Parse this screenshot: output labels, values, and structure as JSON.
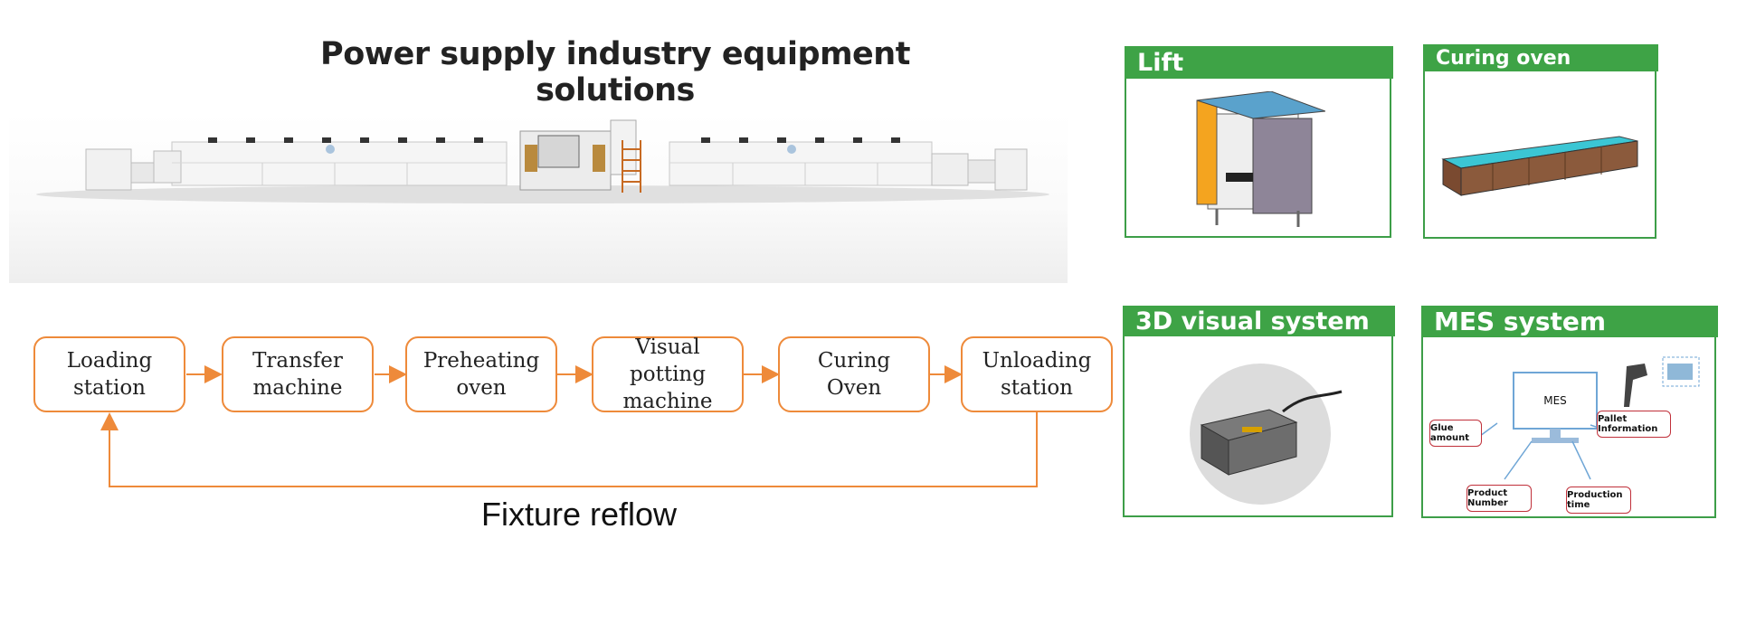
{
  "title": "Power supply industry equipment solutions",
  "flow": {
    "steps": [
      {
        "label": "Loading\nstation"
      },
      {
        "label": "Transfer\nmachine"
      },
      {
        "label": "Preheating\noven"
      },
      {
        "label": "Visual\npotting\nmachine"
      },
      {
        "label": "Curing\nOven"
      },
      {
        "label": "Unloading\nstation"
      }
    ],
    "return_label": "Fixture reflow",
    "accent_color": "#ee8a3a"
  },
  "panels": {
    "lift": {
      "title": "Lift"
    },
    "curing_oven": {
      "title": "Curing oven"
    },
    "visual_3d": {
      "title": "3D visual system"
    },
    "mes": {
      "title": "MES system",
      "monitor_label": "MES",
      "items": [
        "Glue amount",
        "Product Number",
        "Production time",
        "Pallet Information"
      ]
    }
  },
  "colors": {
    "panel_green": "#3ea346",
    "mes_box_red": "#c0303a"
  }
}
